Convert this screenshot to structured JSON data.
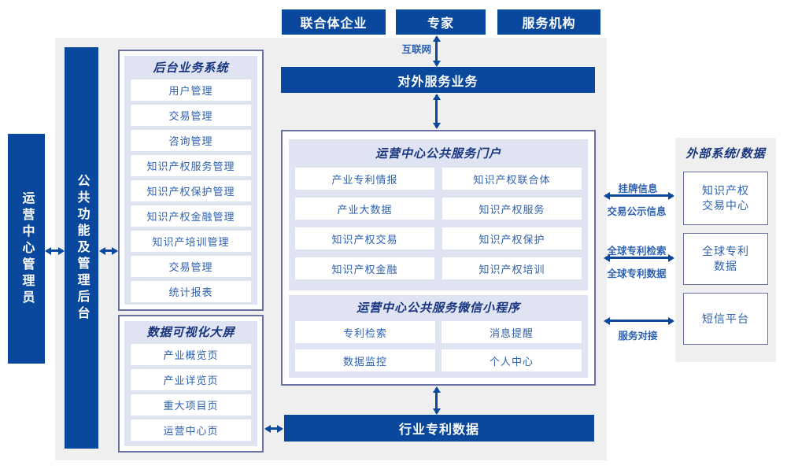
{
  "colors": {
    "primary_blue": "#09489c",
    "header_navy": "#17357f",
    "item_blue": "#2e62b1",
    "panel_lavender": "#dfe3f2",
    "panel_gray": "#efefef",
    "border_slate": "#6a72a3"
  },
  "top_actors": {
    "union_enterprise": "联合体企业",
    "expert": "专家",
    "service_org": "服务机构"
  },
  "internet_label": "互联网",
  "external_service_bar": "对外服务业务",
  "left": {
    "admin_box": "运营中心管理员",
    "backend_bar": "公共功能及管理后台"
  },
  "backend_system": {
    "title": "后台业务系统",
    "items": [
      "用户管理",
      "交易管理",
      "咨询管理",
      "知识产权服务管理",
      "知识产权保护管理",
      "知识产权金融管理",
      "知识产培训管理",
      "交易管理",
      "统计报表"
    ]
  },
  "data_screen": {
    "title": "数据可视化大屏",
    "items": [
      "产业概览页",
      "产业详览页",
      "重大项目页",
      "运营中心页"
    ]
  },
  "portal": {
    "title": "运营中心公共服务门户",
    "items": [
      "产业专利情报",
      "知识产权联合体",
      "产业大数据",
      "知识产权服务",
      "知识产权交易",
      "知识产权保护",
      "知识产权金融",
      "知识产权培训"
    ]
  },
  "miniprogram": {
    "title": "运营中心公共服务微信小程序",
    "items": [
      "专利检索",
      "消息提醒",
      "数据监控",
      "个人中心"
    ]
  },
  "industry_patent_bar": "行业专利数据",
  "external_panel": {
    "title": "外部系统/数据",
    "box1_line1": "知识产权",
    "box1_line2": "交易中心",
    "box2_line1": "全球专利",
    "box2_line2": "数据",
    "box3_line1": "短信平台"
  },
  "link_labels": {
    "listing_info": "挂牌信息",
    "trade_publicity": "交易公示信息",
    "global_patent_search": "全球专利检索",
    "global_patent_data": "全球专利数据",
    "service_connect": "服务对接"
  }
}
